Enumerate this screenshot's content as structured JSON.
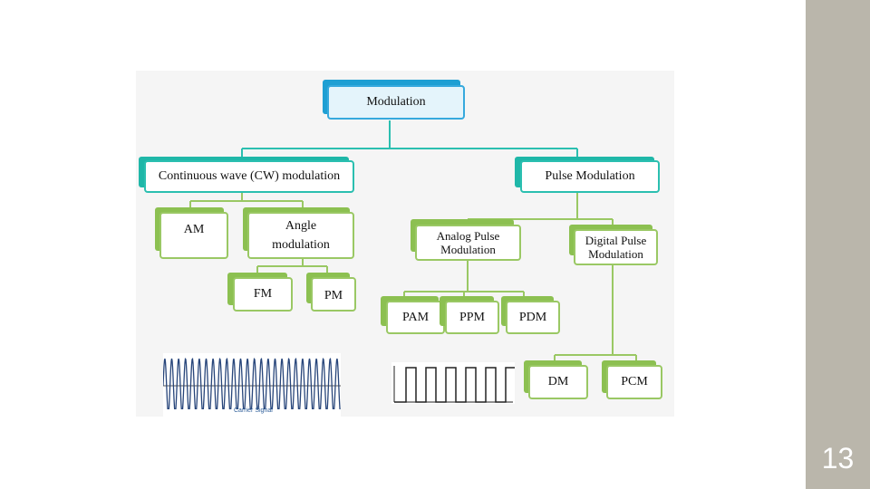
{
  "slide": {
    "number": "13"
  },
  "nodes": {
    "modulation": "Modulation",
    "cw": "Continuous wave (CW) modulation",
    "pulse": "Pulse Modulation",
    "am": "AM",
    "angle": "Angle modulation",
    "analog_pulse": "Analog Pulse Modulation",
    "digital_pulse": "Digital Pulse Modulation",
    "fm": "FM",
    "pm": "PM",
    "pam": "PAM",
    "ppm": "PPM",
    "pdm": "PDM",
    "dm": "DM",
    "pcm": "PCM"
  },
  "images": {
    "carrier_caption": "Carrier Signal"
  },
  "colors": {
    "sidebar": "#bab6ab",
    "root_border": "#36a9dd",
    "level1_border": "#2bbfb0",
    "leaf_border": "#9ac864"
  }
}
